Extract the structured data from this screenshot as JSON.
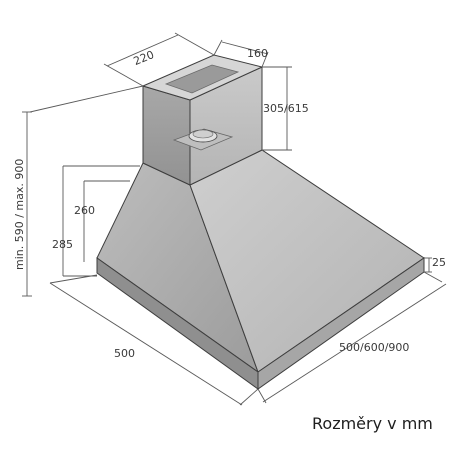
{
  "caption": "Rozměry v mm",
  "dimensions": {
    "duct_width": "220",
    "duct_depth": "160",
    "duct_height": "305/615",
    "total_height": "min. 590 / max. 900",
    "hood_inner_height": "260",
    "hood_height": "285",
    "rim_height": "25",
    "hood_depth": "500",
    "hood_width": "500/600/900"
  },
  "colors": {
    "metal_light": "#c8c8c8",
    "metal_mid": "#a9a9a9",
    "metal_dark": "#8d8d8d",
    "line": "#5a5a5a",
    "text": "#3a3a3a"
  }
}
